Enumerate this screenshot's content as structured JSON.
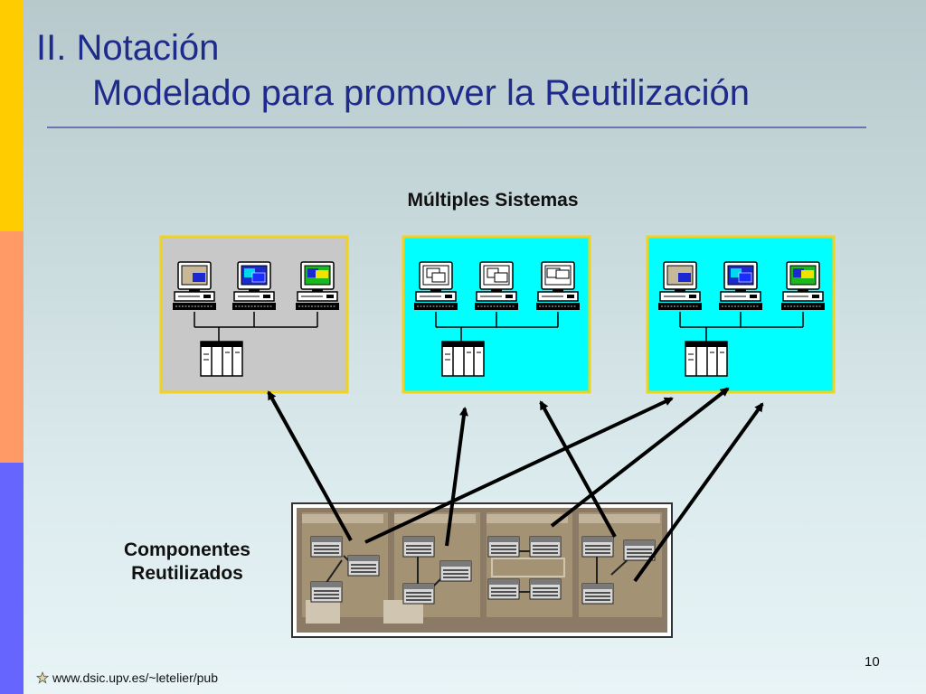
{
  "slide": {
    "title_line1": "II. Notación",
    "title_line2": "Modelado para promover la Reutilización",
    "systems_heading": "Múltiples Sistemas",
    "components_line1": "Componentes",
    "components_line2": "Reutilizados",
    "footer_url": "www.dsic.upv.es/~letelier/pub",
    "page_number": "10"
  },
  "colors": {
    "title": "#1e2a8c",
    "sidebar": [
      "#ffcc00",
      "#ff9966",
      "#6666ff"
    ],
    "system_1_bg": "#c8c8c8",
    "system_2_bg": "#00ffff",
    "system_3_bg": "#00ffff",
    "panel_border": "#f2d21a",
    "components_bg": "#8a7a66"
  },
  "icons": [
    "desktop-computer-icon",
    "server-cabinet-icon",
    "uml-class-icon",
    "star-bullet-icon"
  ]
}
